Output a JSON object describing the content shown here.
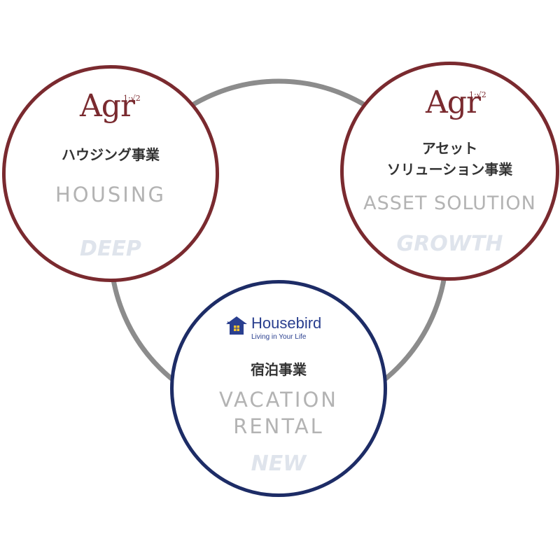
{
  "colors": {
    "brand_red": "#7a2a2f",
    "brand_navy": "#1d2c66",
    "connector_gray": "#8c8c8c",
    "english_gray": "#b3b3b3",
    "tag_pale": "#dfe4ec"
  },
  "housing": {
    "logo_text": "Agr",
    "logo_sup": "1:√2",
    "title_ja": "ハウジング事業",
    "title_en": "HOUSING",
    "tag": "DEEP"
  },
  "asset": {
    "logo_text": "Agr",
    "logo_sup": "1:√2",
    "title_ja_line1": "アセット",
    "title_ja_line2": "ソリューション事業",
    "title_en": "ASSET SOLUTION",
    "tag": "GROWTH"
  },
  "vacation": {
    "logo_name": "Housebird",
    "logo_tagline": "Living in Your Life",
    "logo_icon": "house-bird-icon",
    "title_ja": "宿泊事業",
    "title_en_line1": "VACATION",
    "title_en_line2": "RENTAL",
    "tag": "NEW"
  }
}
